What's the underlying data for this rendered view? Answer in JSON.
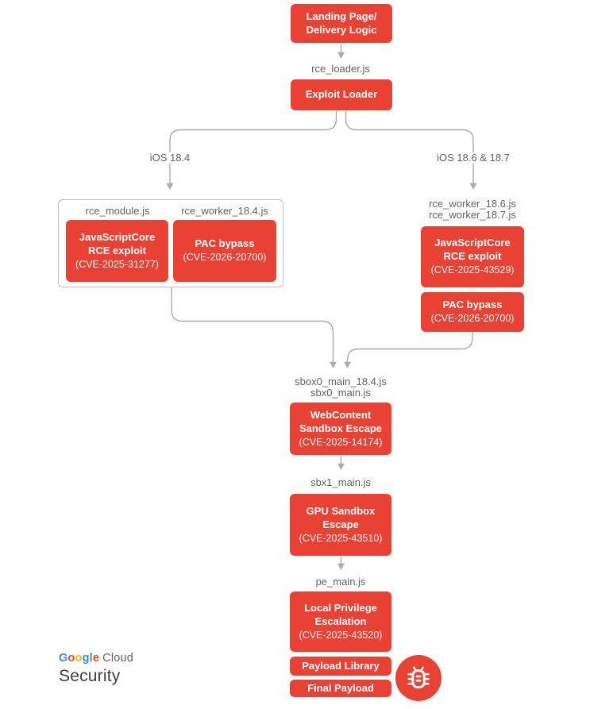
{
  "colors": {
    "box_red": "#E94235",
    "line_gray": "#A9ABAD",
    "label_gray": "#5F6368",
    "border_gray": "#BDC1C6",
    "google_blue": "#4285F4",
    "google_red": "#EA4335",
    "google_yellow": "#FBBC04",
    "google_green": "#34A853",
    "security_dark": "#3C4043"
  },
  "nodes": {
    "landing": {
      "title": "Landing Page/\nDelivery Logic"
    },
    "exploit_loader": {
      "title": "Exploit Loader"
    },
    "jsc_184": {
      "title": "JavaScriptCore\nRCE exploit",
      "cve": "(CVE-2025-31277)"
    },
    "pac_184": {
      "title": "PAC bypass",
      "cve": "(CVE-2026-20700)"
    },
    "jsc_186": {
      "title": "JavaScriptCore\nRCE exploit",
      "cve": "(CVE-2025-43529)"
    },
    "pac_186": {
      "title": "PAC bypass",
      "cve": "(CVE-2026-20700)"
    },
    "webcontent": {
      "title": "WebContent\nSandbox Escape",
      "cve": "(CVE-2025-14174)"
    },
    "gpu": {
      "title": "GPU Sandbox\nEscape",
      "cve": "(CVE-2025-43510)"
    },
    "lpe": {
      "title": "Local Privilege\nEscalation",
      "cve": "(CVE-2025-43520)"
    },
    "payload_library": {
      "title": "Payload Library"
    },
    "final_payload": {
      "title": "Final Payload"
    }
  },
  "labels": {
    "rce_loader": "rce_loader.js",
    "ios_184": "iOS 18.4",
    "ios_186_187": "iOS 18.6 & 18.7",
    "rce_module": "rce_module.js",
    "rce_worker_184": "rce_worker_18.4.js",
    "rce_worker_186_187": "rce_worker_18.6.js\nrce_worker_18.7.js",
    "sbox0": "sbox0_main_18.4.js\nsbx0_main.js",
    "sbx1": "sbx1_main.js",
    "pe": "pe_main.js"
  },
  "footer": {
    "google_letters": [
      {
        "ch": "G",
        "color": "#4285F4"
      },
      {
        "ch": "o",
        "color": "#EA4335"
      },
      {
        "ch": "o",
        "color": "#FBBC04"
      },
      {
        "ch": "g",
        "color": "#4285F4"
      },
      {
        "ch": "l",
        "color": "#34A853"
      },
      {
        "ch": "e",
        "color": "#EA4335"
      }
    ],
    "cloud": "Cloud",
    "security": "Security"
  }
}
